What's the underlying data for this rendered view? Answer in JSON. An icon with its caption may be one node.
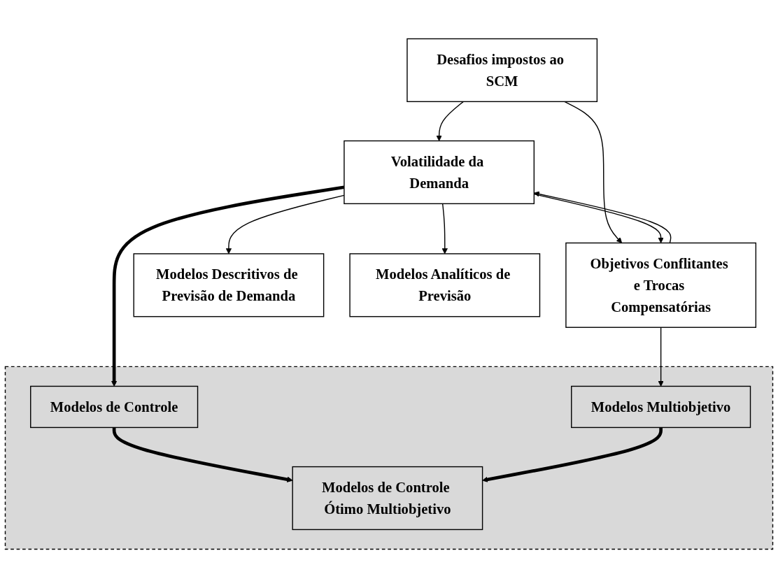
{
  "diagram": {
    "nodes": [
      {
        "text": [
          "Desafios impostos ao SCM"
        ]
      },
      {
        "text": [
          "Volatilidade da Demanda"
        ]
      },
      {
        "text": [
          "Objetivos Conflitantes e Trocas Compensatórias"
        ]
      },
      {
        "text": [
          "Modelos Descritivos de Previsão de Demanda"
        ]
      },
      {
        "text": [
          "Modelos Analíticos de Previsão"
        ]
      },
      {
        "text": [],
        "shape": "box"
      },
      {
        "text": [
          "Modelos de Controle"
        ],
        "in": 5
      },
      {
        "text": [
          "Modelos Multiobjetivo"
        ],
        "in": 5
      },
      {
        "text": [
          "Modelos de Controle Ótimo Multiobjetivo"
        ],
        "in": 5
      }
    ],
    "edges": [
      {
        "from": 0,
        "to": 1,
        "arrow": "to"
      },
      {
        "from": 0,
        "to": 2,
        "arrow": "to"
      },
      {
        "from": 1,
        "to": 2,
        "arrow": "to"
      },
      {
        "from": 2,
        "to": 1,
        "arrow": "to"
      },
      {
        "from": 1,
        "to": 3,
        "arrow": "to"
      },
      {
        "from": 1,
        "to": 4,
        "arrow": "to"
      },
      {
        "from": 1,
        "to": 6,
        "arrow": "to",
        "style": "thick"
      },
      {
        "from": 2,
        "to": 7,
        "arrow": "to"
      },
      {
        "from": 6,
        "to": 8,
        "arrow": "to",
        "style": "thick"
      },
      {
        "from": 7,
        "to": 8,
        "arrow": "to",
        "style": "thick"
      }
    ]
  }
}
